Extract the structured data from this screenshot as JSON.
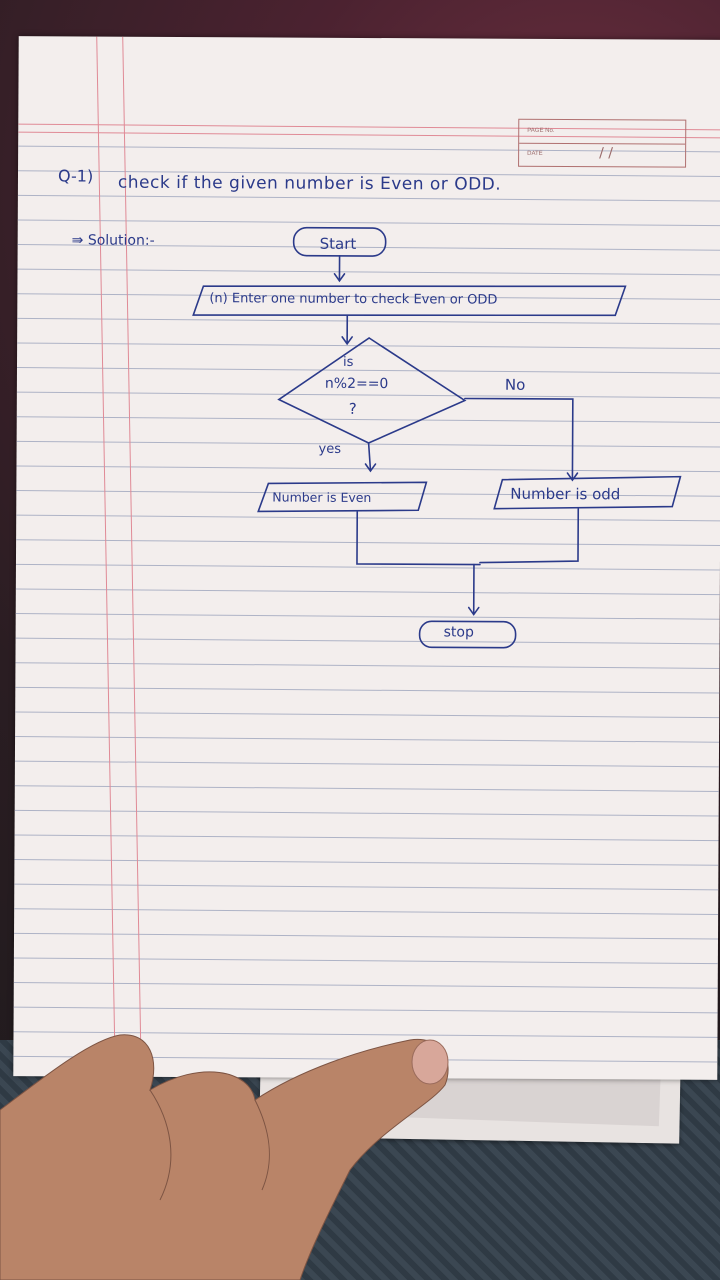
{
  "header_box": {
    "page_no_label": "PAGE No.",
    "date_label": "DATE",
    "date_value": "/ /"
  },
  "question": {
    "number": "Q-1)",
    "text": "check if the given number is Even or ODD."
  },
  "solution_label": "⇛ Solution:-",
  "flowchart": {
    "start": "Start",
    "input": "(n) Enter one number to check Even or ODD",
    "decision_line1": "is",
    "decision_line2": "n%2==0",
    "decision_line3": "?",
    "yes_label": "yes",
    "no_label": "No",
    "even_box": "Number is Even",
    "odd_box": "Number is odd",
    "stop": "stop"
  },
  "colors": {
    "ink": "#2b3a8a",
    "ruled_line": "#aeb3c6",
    "margin_line": "#e08a96",
    "paper": "#f3eeed"
  }
}
